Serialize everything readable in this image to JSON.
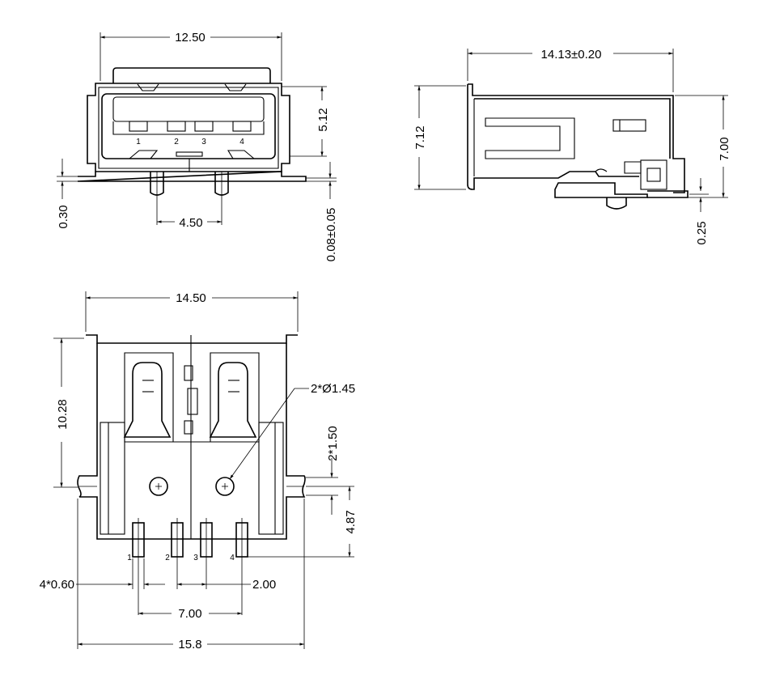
{
  "front_view": {
    "dims": {
      "width_top": "12.50",
      "height_right": "5.12",
      "pitch": "4.50",
      "left_small": "0.30",
      "right_small": "0.08±0.05"
    },
    "pins": [
      "1",
      "2",
      "3",
      "4"
    ]
  },
  "side_view": {
    "dims": {
      "length": "14.13±0.20",
      "height_left": "7.12",
      "height_right": "7.00",
      "bottom_small": "0.25"
    }
  },
  "top_view": {
    "dims": {
      "width_top": "14.50",
      "length_left": "10.28",
      "hole": "2*Ø1.45",
      "peg": "2*1.50",
      "offset_right": "4.87",
      "pin_width": "4*0.60",
      "pin_pitch": "2.00",
      "pin_span": "7.00",
      "overall_width": "15.8"
    },
    "pins": [
      "1",
      "2",
      "3",
      "4"
    ]
  }
}
